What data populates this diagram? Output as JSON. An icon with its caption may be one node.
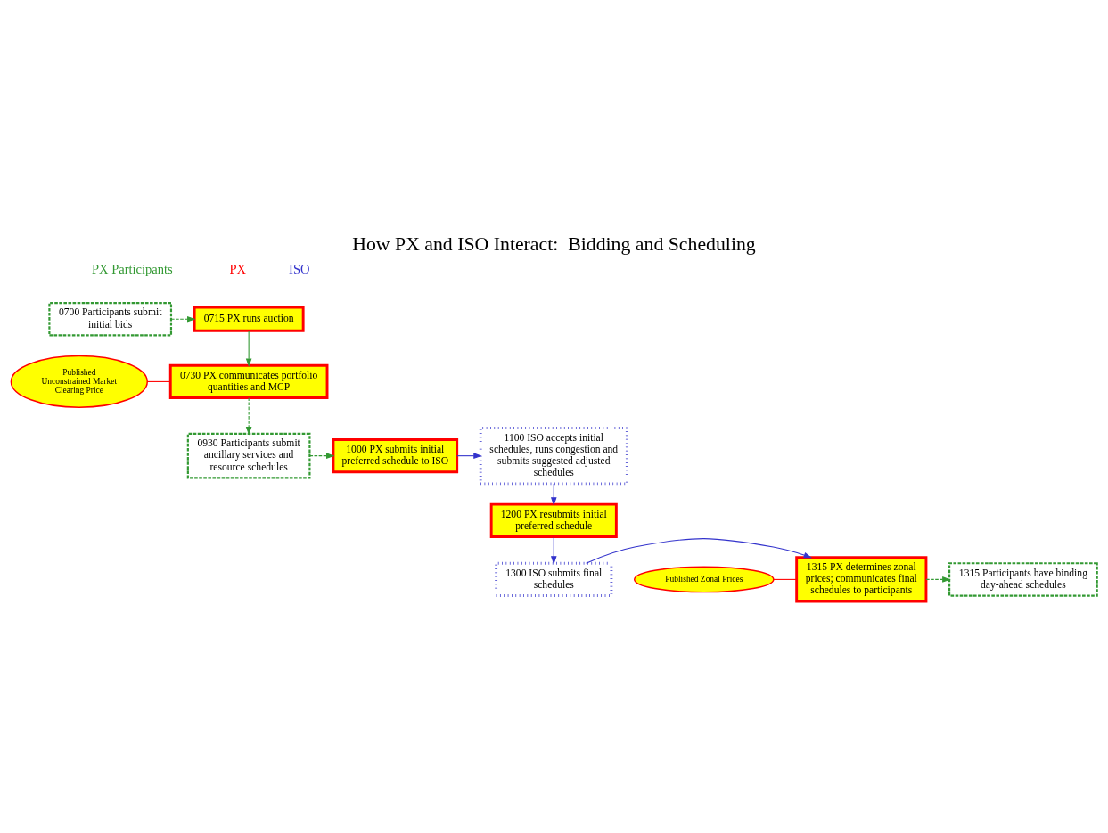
{
  "diagram": {
    "title": "How PX and ISO Interact:  Bidding and Scheduling",
    "nodes": [
      {
        "text": [
          "0700 Participants submit initial bids"
        ]
      },
      {
        "text": [
          "0715 PX runs auction"
        ]
      },
      {
        "text": [
          "0730 PX communicates portfolio quantities and MCP"
        ]
      },
      {
        "text": [
          "Published Unconstrained Market Clearing Price"
        ]
      },
      {
        "text": [
          "0930 Participants submit ancillary services and resource schedules"
        ]
      },
      {
        "text": [
          "1000 PX submits initial preferred schedule to ISO"
        ]
      },
      {
        "text": [
          "1100 ISO accepts initial schedules, runs congestion and submits suggested adjusted schedules"
        ]
      },
      {
        "text": [
          "1200 PX resubmits initial preferred schedule"
        ]
      },
      {
        "text": [
          "1315 Participants have binding day-ahead schedules"
        ]
      },
      {
        "text": [
          "1315 PX determines zonal prices; communicates final schedules to participants"
        ]
      },
      {
        "text": [
          "Published Zonal Prices"
        ]
      },
      {
        "text": [
          "1300 ISO submits final schedules"
        ]
      }
    ],
    "edges": [
      {
        "from": 0,
        "to": 1,
        "arrow": "to",
        "style": "dashed"
      },
      {
        "from": 1,
        "to": 2,
        "arrow": "to"
      },
      {
        "from": 3,
        "to": 2,
        "arrow": "none",
        "color": "#ff0000"
      },
      {
        "from": 2,
        "to": 4,
        "arrow": "to",
        "style": "dashed"
      },
      {
        "from": 4,
        "to": 5,
        "arrow": "to",
        "style": "dashed"
      },
      {
        "from": 5,
        "to": 6,
        "arrow": "to",
        "color": "#3333cc"
      },
      {
        "from": 6,
        "to": 7,
        "arrow": "to",
        "color": "#3333cc"
      },
      {
        "from": 7,
        "to": 11,
        "arrow": "to",
        "color": "#3333cc"
      },
      {
        "from": 11,
        "to": 9,
        "arrow": "to",
        "color": "#3333cc"
      },
      {
        "from": 10,
        "to": 9,
        "arrow": "none",
        "color": "#ff0000"
      },
      {
        "from": 9,
        "to": 8,
        "arrow": "to",
        "style": "dashed"
      }
    ],
    "labels": [
      "PX Participants",
      "PX",
      "ISO"
    ]
  }
}
